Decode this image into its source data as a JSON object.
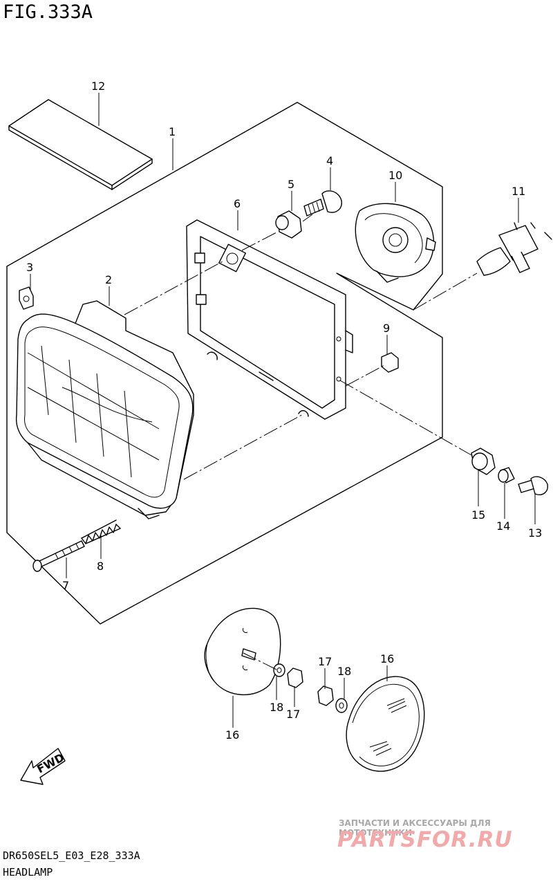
{
  "figure": {
    "title": "FIG.333A"
  },
  "footer": {
    "code": "DR650SEL5_E03_E28_333A",
    "name": "HEADLAMP"
  },
  "watermark": {
    "tagline": "ЗАПЧАСТИ И АКСЕССУАРЫ ДЛЯ МОТОТЕХНИКИ",
    "logo": "PARTSFOR.RU"
  },
  "direction": {
    "label": "FWD"
  },
  "parts": {
    "p1": "1",
    "p2": "2",
    "p3": "3",
    "p4": "4",
    "p5": "5",
    "p6": "6",
    "p7": "7",
    "p8": "8",
    "p9": "9",
    "p10": "10",
    "p11": "11",
    "p12": "12",
    "p13": "13",
    "p14": "14",
    "p15": "15",
    "p16a": "16",
    "p16b": "16",
    "p17a": "17",
    "p17b": "17",
    "p18a": "18",
    "p18b": "18"
  }
}
